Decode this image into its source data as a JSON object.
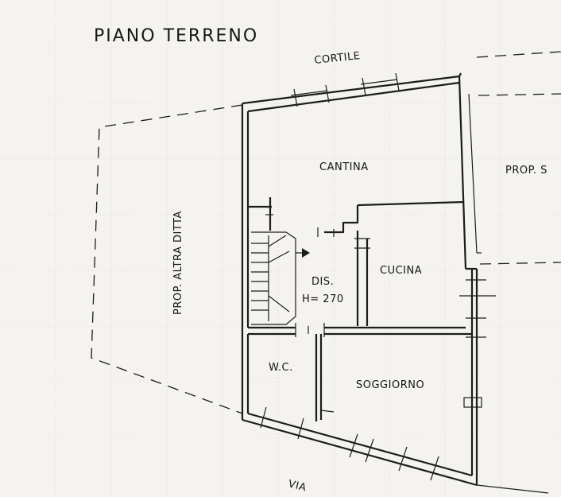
{
  "title": "PIANO TERRENO",
  "labels": {
    "cortile": "CORTILE",
    "cantina": "CANTINA",
    "prop_right": "PROP. S",
    "prop_left": "PROP. ALTRA DITTA",
    "cucina": "CUCINA",
    "dis": "DIS.",
    "height": "H= 270",
    "wc": "W.C.",
    "soggiorno": "SOGGIORNO",
    "via": "VIA"
  },
  "colors": {
    "ink": "#1c1c1c",
    "paper": "#f4f3ef",
    "grid": "#d9d6cf"
  }
}
